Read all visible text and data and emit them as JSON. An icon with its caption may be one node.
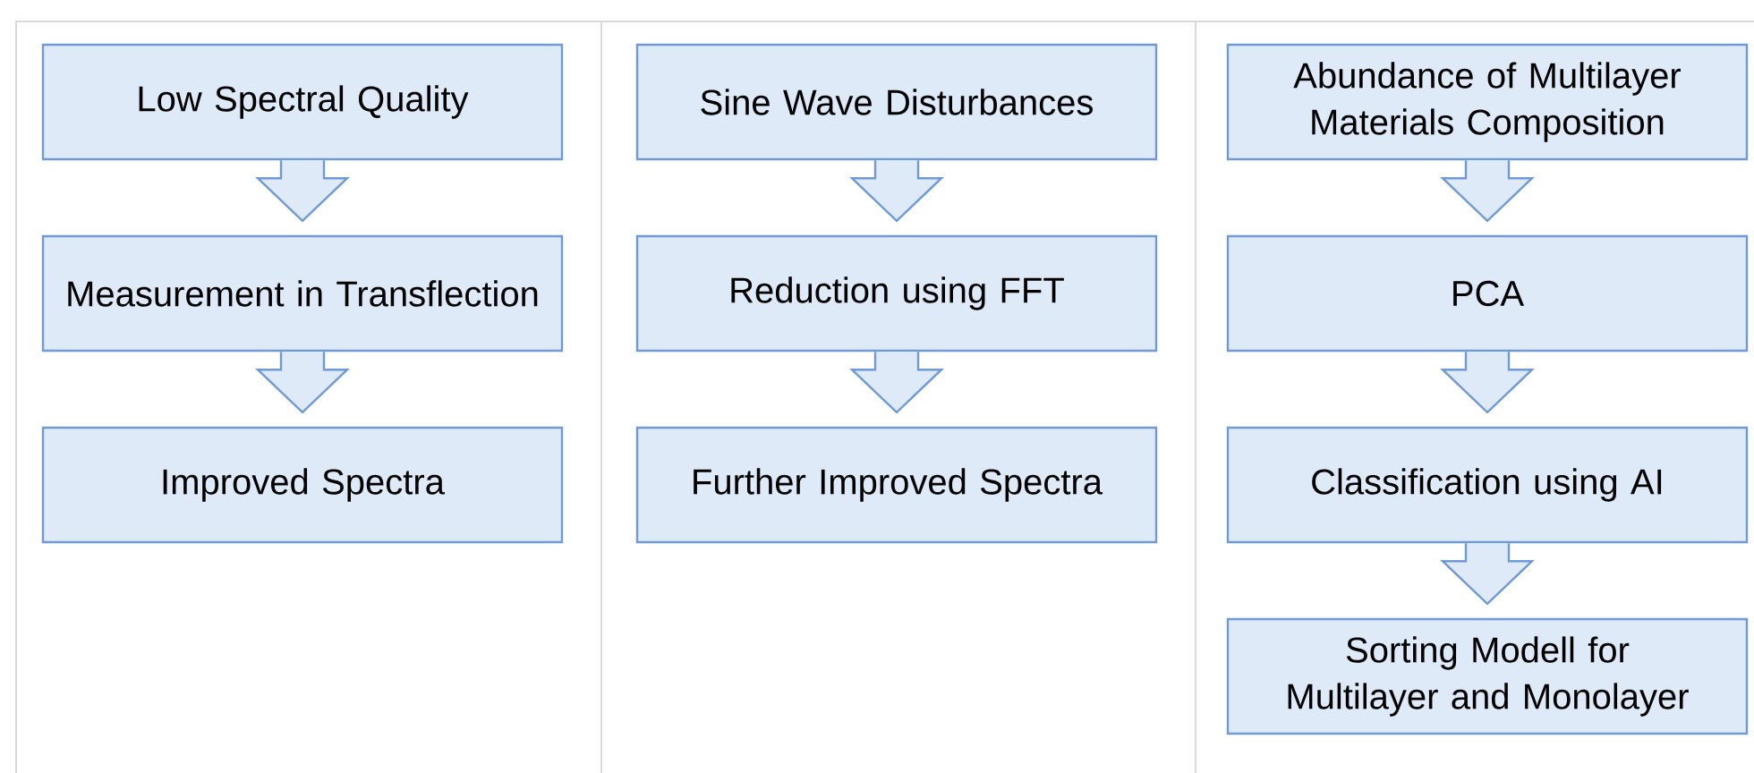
{
  "diagram": {
    "nodes": [
      {
        "text": [
          "Low Spectral Quality"
        ]
      },
      {
        "text": [
          "Measurement in Transflection"
        ]
      },
      {
        "text": [
          "Improved Spectra"
        ]
      },
      {
        "text": [
          "Sine Wave Disturbances"
        ]
      },
      {
        "text": [
          "Reduction using FFT"
        ]
      },
      {
        "text": [
          "Further Improved Spectra"
        ]
      },
      {
        "text": [
          "Abundance of Multilayer Materials Composition"
        ]
      },
      {
        "text": [
          "PCA"
        ]
      },
      {
        "text": [
          "Classification using AI"
        ]
      },
      {
        "text": [
          "Sorting Modell for Multilayer and Monolayer"
        ]
      }
    ],
    "edges": [
      {
        "from": 0,
        "to": 1,
        "arrow": "to"
      },
      {
        "from": 1,
        "to": 2,
        "arrow": "to"
      },
      {
        "from": 3,
        "to": 4,
        "arrow": "to"
      },
      {
        "from": 4,
        "to": 5,
        "arrow": "to"
      },
      {
        "from": 6,
        "to": 7,
        "arrow": "to"
      },
      {
        "from": 7,
        "to": 8,
        "arrow": "to"
      },
      {
        "from": 8,
        "to": 9,
        "arrow": "to"
      }
    ]
  }
}
